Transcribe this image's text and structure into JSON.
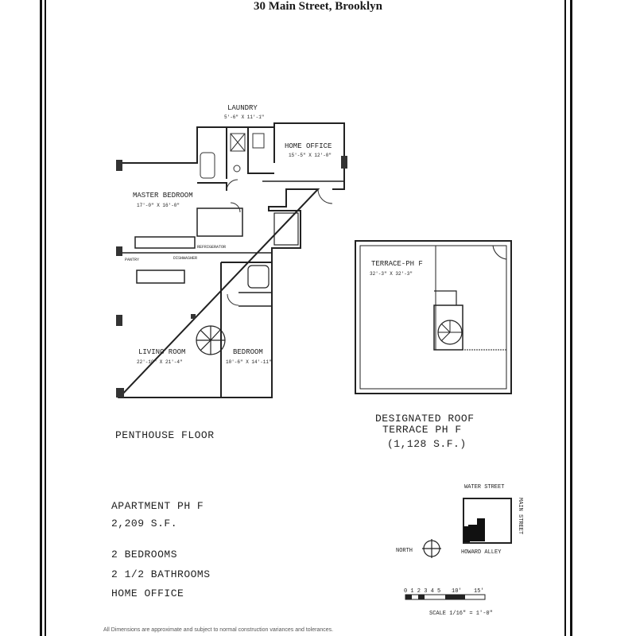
{
  "address": "30 Main Street, Brooklyn",
  "rooms": {
    "laundry": {
      "name": "LAUNDRY",
      "dims": "5'-6\" X 11'-1\""
    },
    "home_office": {
      "name": "HOME OFFICE",
      "dims": "15'-5\" X 12'-0\""
    },
    "master_bedroom": {
      "name": "MASTER BEDROOM",
      "dims": "17'-0\" X 16'-0\""
    },
    "pantry": "PANTRY",
    "dishwasher": "DISHWASHER",
    "refrigerator": "REFRIGERATOR",
    "living_room": {
      "name": "LIVING ROOM",
      "dims": "22'-10\" X 21'-4\""
    },
    "bedroom": {
      "name": "BEDROOM",
      "dims": "10'-6\" X 14'-11\""
    },
    "terrace": {
      "name": "TERRACE-PH F",
      "dims": "32'-3\" X 32'-3\""
    }
  },
  "floor_label": "PENTHOUSE FLOOR",
  "roof": {
    "line1": "DESIGNATED ROOF",
    "line2": "TERRACE PH F",
    "line3": "(1,128 S.F.)"
  },
  "apartment": {
    "name": "APARTMENT PH F",
    "area": "2,209 S.F.",
    "bedrooms": "2 BEDROOMS",
    "bathrooms": "2 1/2 BATHROOMS",
    "office": "HOME OFFICE"
  },
  "site_map": {
    "north": "NORTH",
    "water_street": "WATER STREET",
    "main_street": "MAIN STREET",
    "howard_alley": "HOWARD ALLEY"
  },
  "scale": {
    "ticks": "0 1 2 3 4 5",
    "ten": "10'",
    "fifteen": "15'",
    "label": "SCALE 1/16\" = 1'-0\""
  },
  "footnote": "All Dimensions are approximate and subject to normal construction variances and tolerances."
}
